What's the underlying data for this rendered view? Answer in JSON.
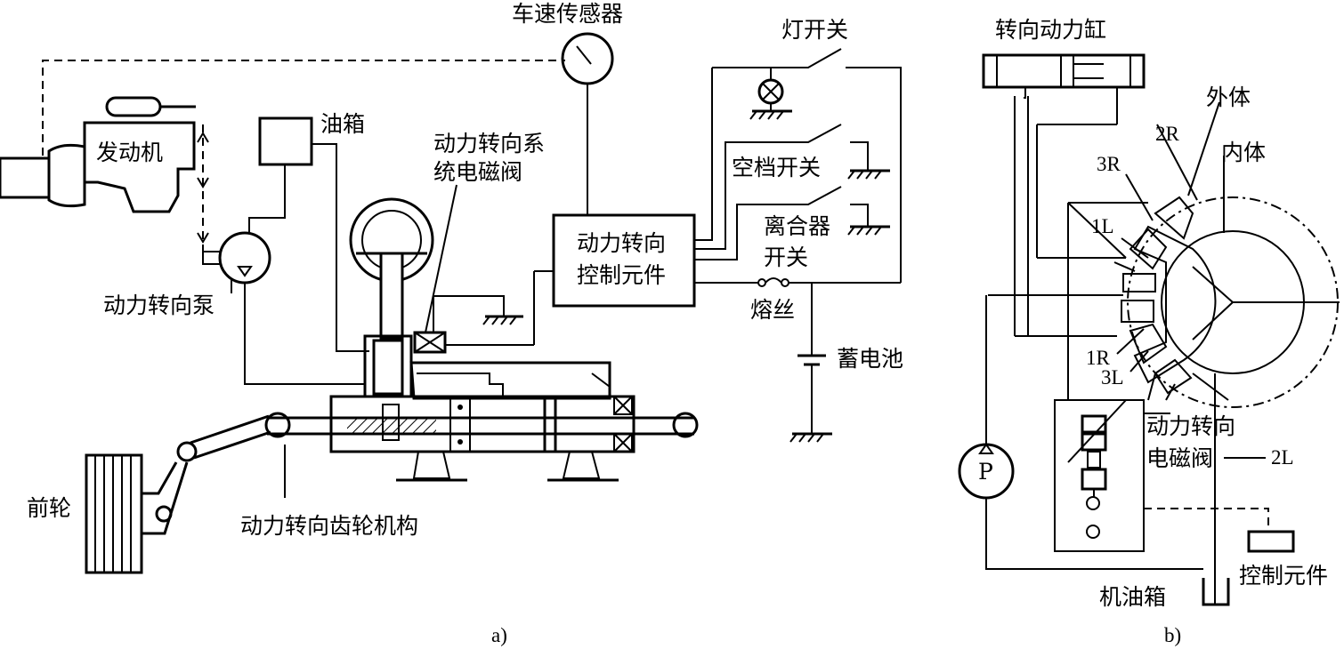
{
  "diagram_a": {
    "caption": "a)",
    "labels": {
      "speed_sensor": "车速传感器",
      "light_switch": "灯开关",
      "oil_tank": "油箱",
      "solenoid_line1": "动力转向系",
      "solenoid_line2": "统电磁阀",
      "engine": "发动机",
      "neutral_switch": "空档开关",
      "clutch_line1": "离合器",
      "clutch_line2": "开关",
      "control_line1": "动力转向",
      "control_line2": "控制元件",
      "fuse": "熔丝",
      "pump": "动力转向泵",
      "battery": "蓄电池",
      "front_wheel": "前轮",
      "gear": "动力转向齿轮机构"
    }
  },
  "diagram_b": {
    "caption": "b)",
    "labels": {
      "cylinder": "转向动力缸",
      "outer_body": "外体",
      "r2": "2R",
      "inner_body": "内体",
      "r3": "3R",
      "l1": "1L",
      "r1": "1R",
      "l3": "3L",
      "valve_line1": "动力转向",
      "valve_line2": "电磁阀",
      "l2": "2L",
      "pump_p": "P",
      "control": "控制元件",
      "tank": "机油箱"
    }
  }
}
